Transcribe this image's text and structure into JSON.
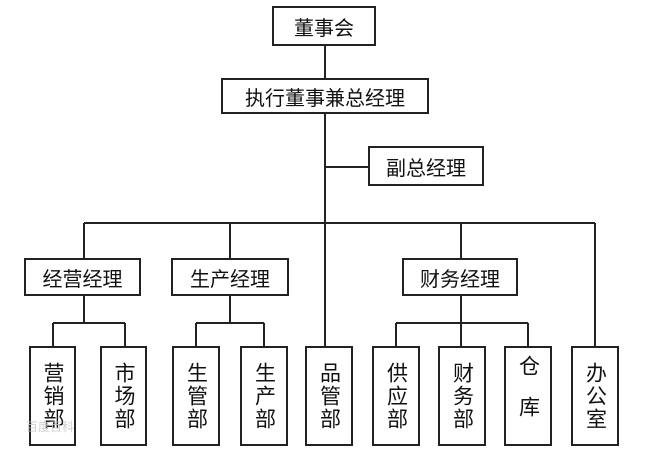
{
  "org_chart": {
    "board": "董事会",
    "executive_director_gm": "执行董事兼总经理",
    "deputy_gm": "副总经理",
    "managers": {
      "operations": "经营经理",
      "production": "生产经理",
      "finance": "财务经理"
    },
    "departments": {
      "sales": "营销部",
      "market": "市场部",
      "production_mgmt": "生管部",
      "production": "生产部",
      "quality_mgmt": "品管部",
      "supply": "供应部",
      "finance": "财务部",
      "warehouse": "仓库",
      "office": "办公室"
    }
  },
  "watermark": "百度百科"
}
